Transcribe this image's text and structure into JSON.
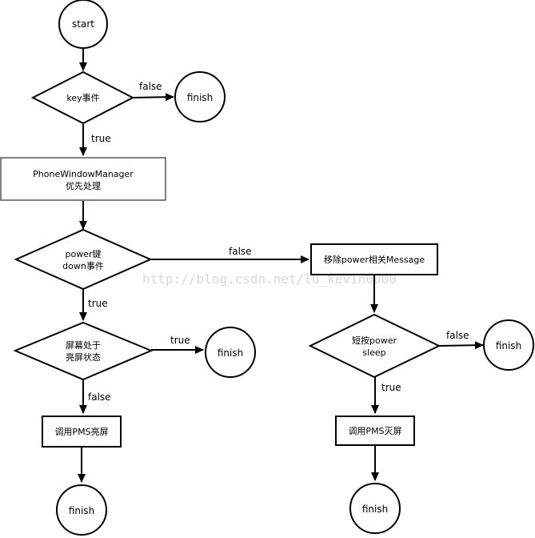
{
  "nodes": {
    "start": "start",
    "key_event": "key事件",
    "finish_key": "finish",
    "phone_window_manager_line1": "PhoneWindowManager",
    "phone_window_manager_line2": "优先处理",
    "power_down_line1": "power键",
    "power_down_line2": "down事件",
    "remove_message": "移除power相关Message",
    "screen_on_line1": "屏幕处于",
    "screen_on_line2": "亮屏状态",
    "finish_screen": "finish",
    "short_press_line1": "短按power",
    "short_press_line2": "sleep",
    "finish_short": "finish",
    "pms_on": "调用PMS亮屏",
    "pms_off": "调用PMS灭屏",
    "finish_bottom_left": "finish",
    "finish_bottom_right": "finish"
  },
  "edge_labels": {
    "key_false": "false",
    "key_true": "true",
    "power_false": "false",
    "power_true": "true",
    "screen_true": "true",
    "screen_false": "false",
    "short_false": "false",
    "short_true": "true"
  },
  "watermark": "http://blog.csdn.net/lu_kevin0000"
}
